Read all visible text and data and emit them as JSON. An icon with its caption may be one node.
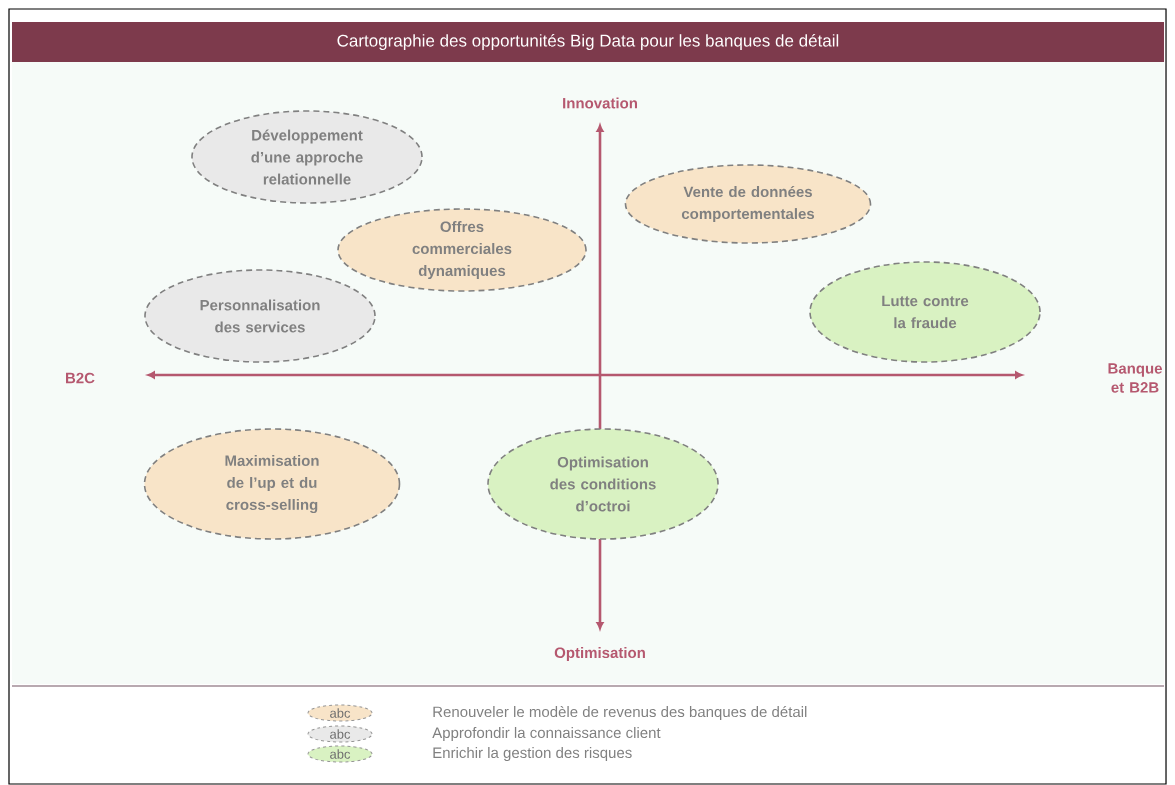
{
  "diagram": {
    "title": "Cartographie des opportunités Big Data pour les banques de détail",
    "nodes": [
      {
        "text": [
          "Développement d’une approche relationnelle"
        ]
      },
      {
        "text": [
          "Vente de données comportementales"
        ]
      },
      {
        "text": [
          "Offres commerciales dynamiques"
        ]
      },
      {
        "text": [
          "Lutte contre la fraude"
        ]
      },
      {
        "text": [
          "Personnalisation des services"
        ]
      },
      {
        "text": [
          "Maximisation de l’up et du cross-selling"
        ]
      },
      {
        "text": [
          "Optimisation des conditions d’octroi"
        ]
      }
    ],
    "labels": [
      "Innovation",
      "B2C",
      "Banque et B2B",
      "Optimisation",
      "abc",
      "abc",
      "abc"
    ],
    "legend": [
      {
        "text": "Renouveler le modèle de revenus des banques de détail",
        "color": "#f8e4c8"
      },
      {
        "text": "Approfondir la connaissance client",
        "color": "#e9e9e9"
      },
      {
        "text": "Enrichir la gestion des risques",
        "color": "#d9f2c2"
      }
    ]
  }
}
